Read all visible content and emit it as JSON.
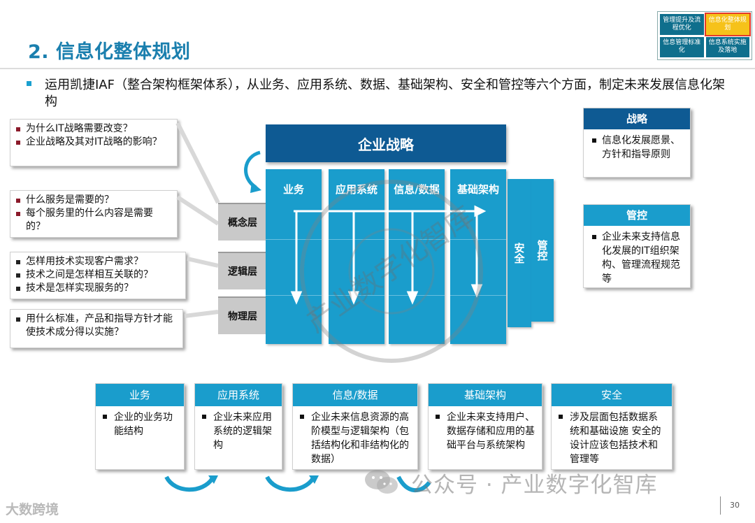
{
  "header": {
    "title": "2. 信息化整体规划"
  },
  "nav": {
    "items": [
      {
        "label": "管理提升及流程优化",
        "active": false
      },
      {
        "label": "信息化整体规划",
        "active": true
      },
      {
        "label": "信息管理标准化",
        "active": false
      },
      {
        "label": "信息系统实施及落地",
        "active": false
      }
    ]
  },
  "intro": {
    "text": "运用凯捷IAF（整合架构框架体系），从业务、应用系统、数据、基础架构、安全和管控等六个方面，制定未来发展信息化架构"
  },
  "questions": {
    "q1": [
      "为什么IT战略需要改变？",
      "企业战略及其对IT战略的影响？"
    ],
    "q2": [
      "什么服务是需要的？",
      "每个服务里的什么内容是需要的？"
    ],
    "q3": [
      "怎样用技术实现客户需求？",
      "技术之间是怎样相互关联的？",
      "技术是怎样实现服务的？"
    ],
    "q4": [
      "用什么标准，产品和指导方针才能使技术成分得以实施？"
    ]
  },
  "layers": {
    "concept": "概念层",
    "logic": "逻辑层",
    "physical": "物理层"
  },
  "framework": {
    "strategy": "企业战略",
    "columns": [
      "业务",
      "应用系统",
      "信息/数据",
      "基础架构"
    ],
    "security": "安全",
    "governance": "管控"
  },
  "right_boxes": {
    "strategy": {
      "title": "战略",
      "text": "信息化发展愿景、方针和指导原则"
    },
    "governance": {
      "title": "管控",
      "text": "企业未来支持信息化发展的IT组织架构、管理流程规范等"
    }
  },
  "bottom_boxes": [
    {
      "title": "业务",
      "text": "企业的业务功能结构"
    },
    {
      "title": "应用系统",
      "text": "企业未来应用系统的逻辑架构"
    },
    {
      "title": "信息/数据",
      "text": "企业未来信息资源的高阶模型与逻辑架构（包括结构化和非结构化的数据）"
    },
    {
      "title": "基础架构",
      "text": "企业未来支持用户、数据存储和应用的基础平台与系统架构"
    },
    {
      "title": "安全",
      "text": "涉及层面包括数据系统和基础设施 安全的设计应该包括技术和管理等"
    }
  ],
  "footer": {
    "watermark": "公众号 · 产业数字化智库",
    "brand": "大数跨境",
    "page": "30",
    "stamp_text": "产业数字化智库"
  },
  "colors": {
    "title": "#1a7fae",
    "dark_blue": "#0e5a93",
    "light_blue": "#1a9dcc",
    "nav_active": "#f6c21a"
  }
}
